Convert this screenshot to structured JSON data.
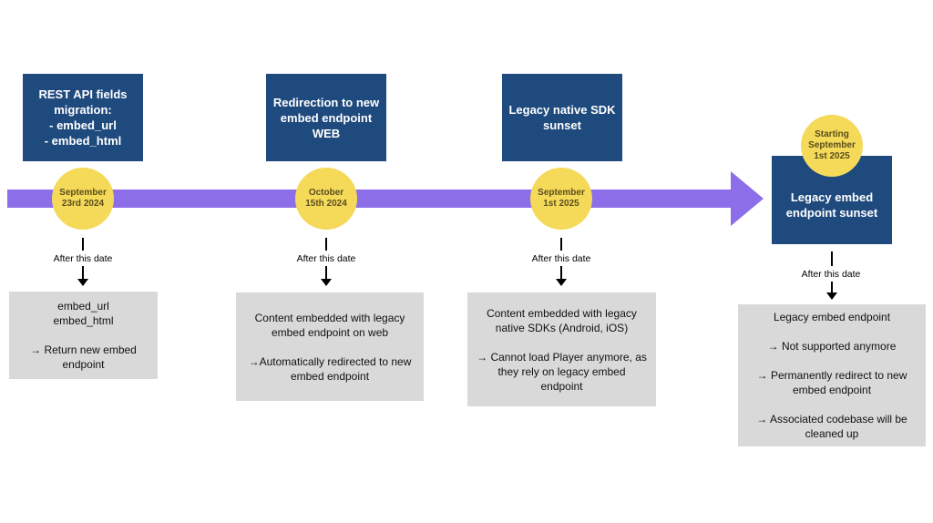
{
  "timeline": {
    "milestones": [
      {
        "title": "REST API fields\nmigration:\n- embed_url\n- embed_html",
        "date": "September\n23rd 2024",
        "after_label": "After this date",
        "details": "embed_url\nembed_html\n\n→ Return new embed\nendpoint"
      },
      {
        "title": "Redirection to new\nembed endpoint\nWEB",
        "date": "October\n15th 2024",
        "after_label": "After this date",
        "details": "Content embedded with legacy\nembed endpoint on web\n\n→Automatically redirected to new\nembed endpoint"
      },
      {
        "title": "Legacy native SDK\nsunset",
        "date": "September\n1st 2025",
        "after_label": "After this date",
        "details": "Content embedded with legacy\nnative SDKs (Android, iOS)\n\n→ Cannot load Player anymore, as\nthey rely on legacy embed\nendpoint"
      },
      {
        "title": "Legacy embed\nendpoint sunset",
        "date": "Starting\nSeptember\n1st 2025",
        "after_label": "After this date",
        "details": "Legacy embed endpoint\n\n→ Not supported anymore\n\n→ Permanently redirect to new\nembed endpoint\n\n→ Associated codebase will be\ncleaned up"
      }
    ]
  },
  "colors": {
    "arrow": "#8c6ee8",
    "title_box": "#1f4a7e",
    "date_circle": "#f5d958",
    "details_box": "#d9d9d9"
  }
}
